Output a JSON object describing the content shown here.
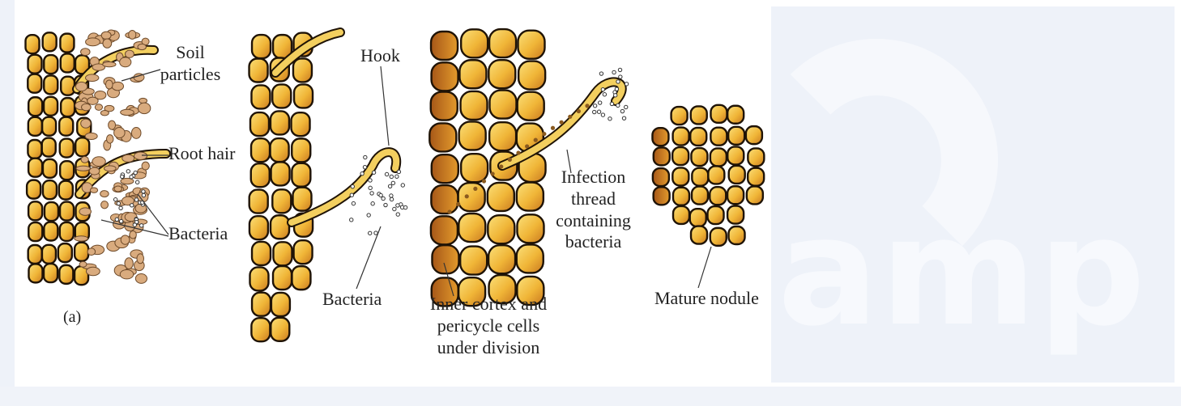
{
  "diagram": {
    "labels": {
      "soil_particles": "Soil\nparticles",
      "root_hair": "Root hair",
      "bacteria_a": "Bacteria",
      "panel_a": "(a)",
      "hook": "Hook",
      "bacteria_b": "Bacteria",
      "infection_thread": "Infection\nthread\ncontaining\nbacteria",
      "inner_cortex": "Inner cortex and\npericycle cells\nunder division",
      "mature_nodule": "Mature nodule"
    },
    "colors": {
      "cell_light": "#f7cf5a",
      "cell_mid": "#e8a52a",
      "cell_dark": "#b5651d",
      "outline": "#1f1306",
      "soil_particle": "#d9ab7e",
      "root_hair": "#f3cf5f"
    }
  },
  "watermark": {
    "text": "amp"
  }
}
